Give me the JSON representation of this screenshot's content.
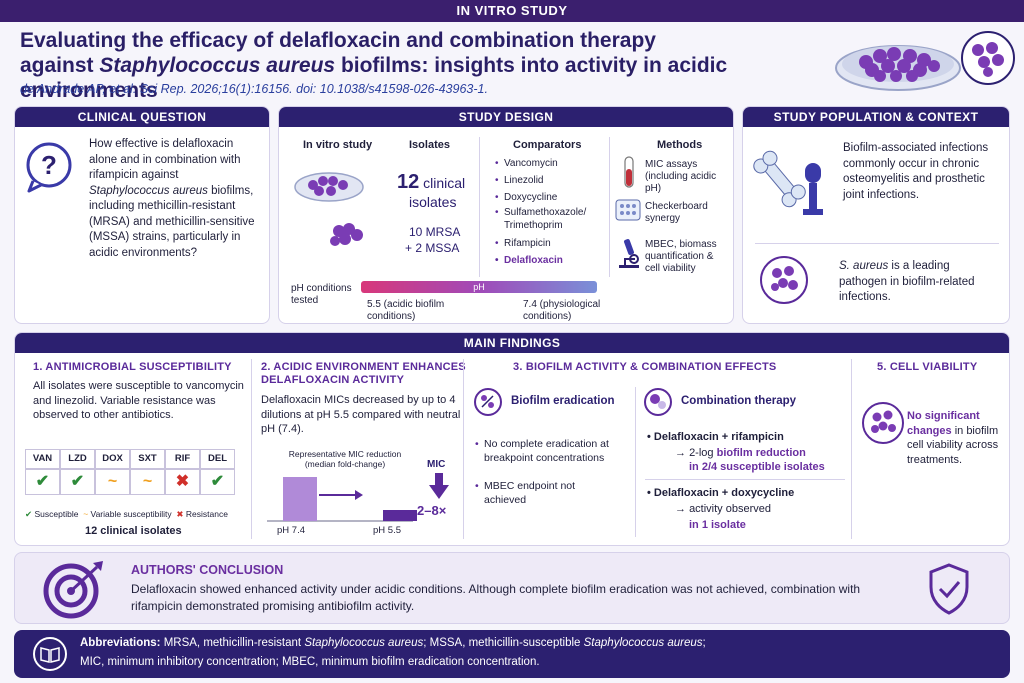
{
  "banner": "IN VITRO STUDY",
  "title_line1": "Evaluating the efficacy of delafloxacin and combination therapy",
  "title_line2_pre": "against ",
  "title_line2_ital": "Staphylococcus aureus",
  "title_line2_post": " biofilms: insights into activity in acidic environments",
  "citation": "de Andrade AP, et al. Sci Rep. 2026;16(1):16156. doi: 10.1038/s41598-026-43963-1.",
  "clinical_question": {
    "header": "CLINICAL QUESTION",
    "text_pre": "How effective is delafloxacin alone and in combination with rifampicin against ",
    "text_ital": "Staphylococcus aureus",
    "text_post": " biofilms, including methicillin-resistant (MRSA) and methicillin-sensitive (MSSA) strains, particularly in acidic environments?"
  },
  "study_design": {
    "header": "STUDY DESIGN",
    "col1_title": "In vitro study",
    "col2_title": "Isolates",
    "isolates_count": "12",
    "isolates_word": " clinical",
    "isolates_word2": "isolates",
    "isolates_split1": "10 MRSA",
    "isolates_split2": "+ 2 MSSA",
    "col3_title": "Comparators",
    "comparators": [
      "Vancomycin",
      "Linezolid",
      "Doxycycline",
      "Sulfamethoxazole/ Trimethoprim",
      "Rifampicin"
    ],
    "comparator_highlight": "Delafloxacin",
    "col4_title": "Methods",
    "methods": [
      "MIC assays (including acidic pH)",
      "Checkerboard synergy",
      "MBEC, biomass quantification & cell viability"
    ],
    "ph_label": "pH conditions tested",
    "ph_bar_label": "pH",
    "ph_acidic": "5.5 (acidic biofilm conditions)",
    "ph_physio": "7.4 (physiological conditions)"
  },
  "population": {
    "header": "STUDY POPULATION & CONTEXT",
    "text1": "Biofilm-associated infections commonly occur in chronic osteomyelitis and prosthetic joint infections.",
    "text2_ital": "S. aureus",
    "text2_post": " is a leading pathogen in biofilm-related infections."
  },
  "main_findings": {
    "header": "MAIN FINDINGS",
    "f1": {
      "title": "1. ANTIMICROBIAL SUSCEPTIBILITY",
      "text": "All isolates were susceptible to vancomycin and linezolid. Variable resistance was observed to other antibiotics.",
      "table_headers": [
        "VAN",
        "LZD",
        "DOX",
        "SXT",
        "RIF",
        "DEL"
      ],
      "table_symbols": [
        "✔",
        "✔",
        "~",
        "~",
        "✖",
        "✔"
      ],
      "legend_susceptible": "Susceptible",
      "legend_variable": "Variable susceptibility",
      "legend_resistance": "Resistance",
      "footer": "12 clinical isolates"
    },
    "f2": {
      "title_line1": "2. ACIDIC ENVIRONMENT ENHANCES",
      "title_line2": "DELAFLOXACIN ACTIVITY",
      "text": "Delafloxacin MICs decreased by up to 4 dilutions at pH 5.5 compared with neutral pH (7.4).",
      "chart_caption1": "Representative MIC reduction",
      "chart_caption2": "(median fold-change)",
      "mic_label": "MIC",
      "mic_value": "2–8×",
      "bar1_label": "pH 7.4",
      "bar2_label": "pH 5.5"
    },
    "f3": {
      "title": "3. BIOFILM ACTIVITY & COMBINATION EFFECTS",
      "eradication_title": "Biofilm eradication",
      "eradication_items": [
        "No complete eradication at breakpoint concentrations",
        "MBEC endpoint not achieved"
      ],
      "combo_title": "Combination therapy",
      "combo1_title": "Delafloxacin + rifampicin",
      "combo1_pre": "2-log ",
      "combo1_bold": "biofilm reduction",
      "combo1_post": "in 2/4 susceptible isolates",
      "combo2_title": "Delafloxacin + doxycycline",
      "combo2_text": "activity observed",
      "combo2_post": "in 1 isolate"
    },
    "f5": {
      "title": "5. CELL VIABILITY",
      "text_bold": "No significant changes",
      "text_post": " in biofilm cell viability across treatments."
    }
  },
  "conclusion": {
    "title": "AUTHORS' CONCLUSION",
    "text": "Delafloxacin showed enhanced activity under acidic conditions. Although complete biofilm eradication was not achieved, combination with rifampicin demonstrated promising antibiofilm activity."
  },
  "abbreviations": {
    "label": "Abbreviations:",
    "text1_pre": " MRSA, methicillin-resistant ",
    "text1_ital": "Staphylococcus aureus",
    "text1_mid": "; MSSA, methicillin-susceptible ",
    "text1_ital2": "Staphylococcus aureus",
    "text1_post": ";",
    "text2": "MIC, minimum inhibitory concentration; MBEC, minimum biofilm eradication concentration."
  },
  "chart_data": {
    "type": "bar",
    "categories": [
      "pH 7.4",
      "pH 5.5"
    ],
    "values": [
      4,
      1
    ],
    "title": "Representative MIC reduction (median fold-change)"
  },
  "colors": {
    "primary": "#2c2070",
    "accent": "#6a2fa0",
    "check": "#2e8b3a",
    "variable": "#f0a020",
    "cross": "#d0302a"
  }
}
